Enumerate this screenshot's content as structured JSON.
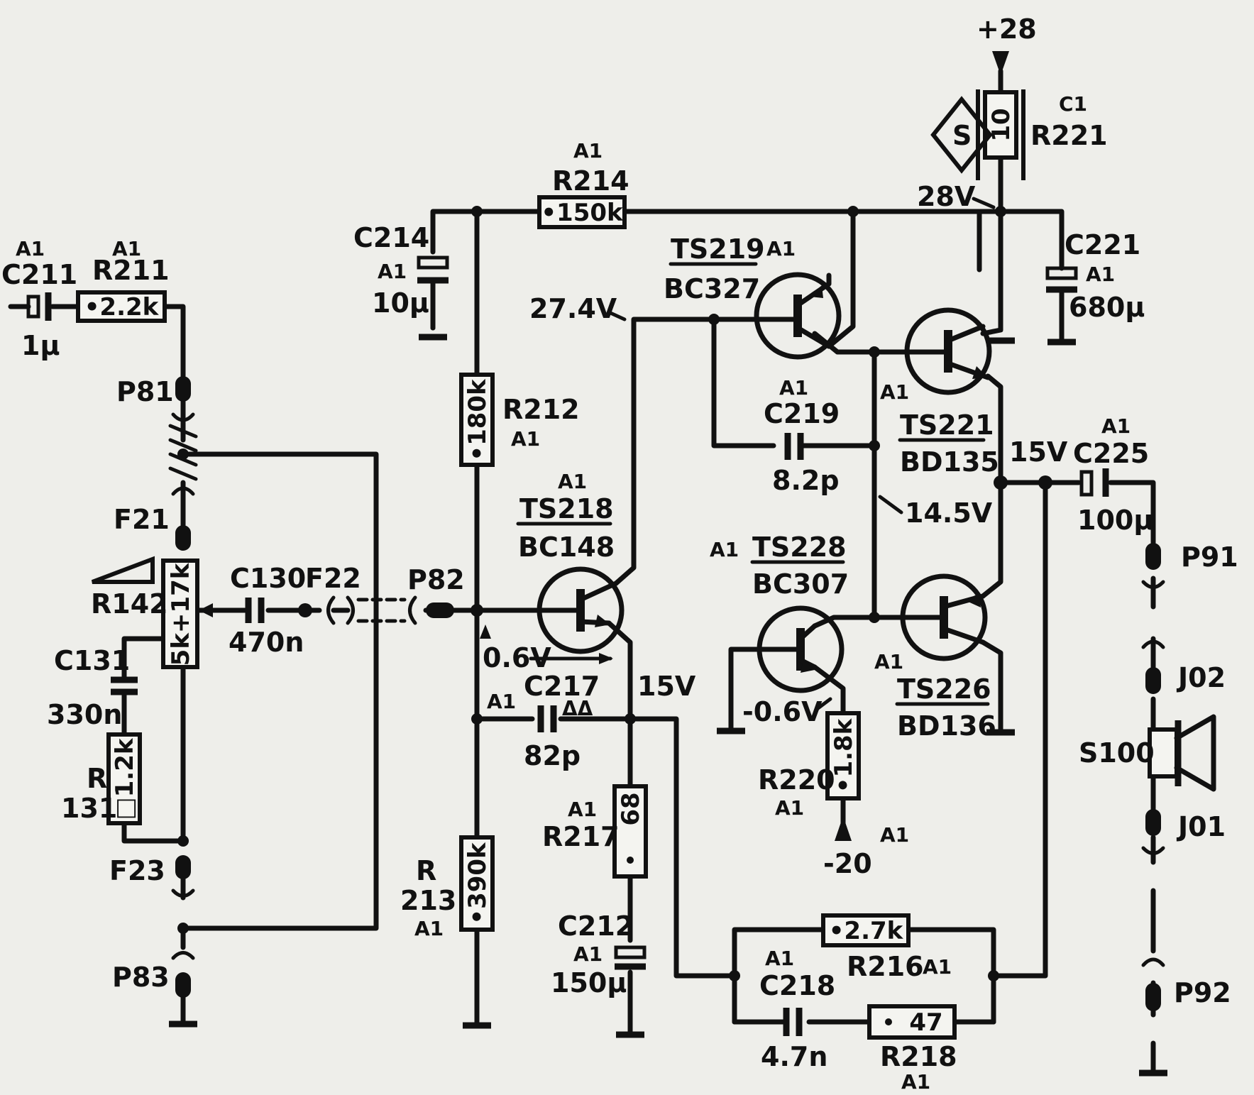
{
  "supply": {
    "plus": "+28",
    "minus": "-20"
  },
  "voltages": {
    "v28": "28V",
    "v274": "27.4V",
    "v15_out": "15V",
    "v145": "14.5V",
    "v06_base": "0.6V",
    "v15_emit": "15V",
    "vneg06": "-0.6V"
  },
  "assembly": "A1",
  "resistors": {
    "r211": {
      "ref": "R211",
      "value": "•2.2k"
    },
    "r214": {
      "ref": "R214",
      "value": "•150k"
    },
    "r212": {
      "ref": "R212",
      "value": "•180k"
    },
    "r213": {
      "ref1": "R",
      "ref2": "213",
      "value": "•390k"
    },
    "r217": {
      "ref": "R217",
      "value": "68"
    },
    "r220": {
      "ref": "R220",
      "value": "•1.8k"
    },
    "r216": {
      "ref": "R216",
      "value": "•2.7k"
    },
    "r218": {
      "ref": "R218",
      "value": "47"
    },
    "r221": {
      "ref": "R221",
      "value": "10",
      "sub": "C1"
    },
    "r131": {
      "ref1": "R",
      "ref2": "131",
      "value": "□1.2k"
    },
    "r142": {
      "ref": "R142",
      "value": "5k+17k"
    }
  },
  "capacitors": {
    "c211": {
      "ref": "C211",
      "value": "1µ"
    },
    "c214": {
      "ref": "C214",
      "value": "10µ"
    },
    "c221": {
      "ref": "C221",
      "value": "680µ"
    },
    "c219": {
      "ref": "C219",
      "value": "8.2p"
    },
    "c225": {
      "ref": "C225",
      "value": "100µ"
    },
    "c217": {
      "ref": "C217",
      "value": "82p",
      "mark": "ΔΔ"
    },
    "c212": {
      "ref": "C212",
      "value": "150µ"
    },
    "c218": {
      "ref": "C218",
      "value": "4.7n"
    },
    "c130": {
      "ref": "C130",
      "value": "470n"
    },
    "c131": {
      "ref": "C131",
      "value": "330n"
    }
  },
  "transistors": {
    "ts219": {
      "ref": "TS219",
      "type": "BC327"
    },
    "ts221": {
      "ref": "TS221",
      "type": "BD135"
    },
    "ts218": {
      "ref": "TS218",
      "type": "BC148"
    },
    "ts228": {
      "ref": "TS228",
      "type": "BC307"
    },
    "ts226": {
      "ref": "TS226",
      "type": "BD136"
    }
  },
  "connectors": {
    "p81": "P81",
    "p82": "P82",
    "p83": "P83",
    "p91": "P91",
    "p92": "P92",
    "f21": "F21",
    "f22": "F22",
    "f23": "F23",
    "j01": "J01",
    "j02": "J02"
  },
  "speaker": "S100",
  "safety_mark": "S"
}
